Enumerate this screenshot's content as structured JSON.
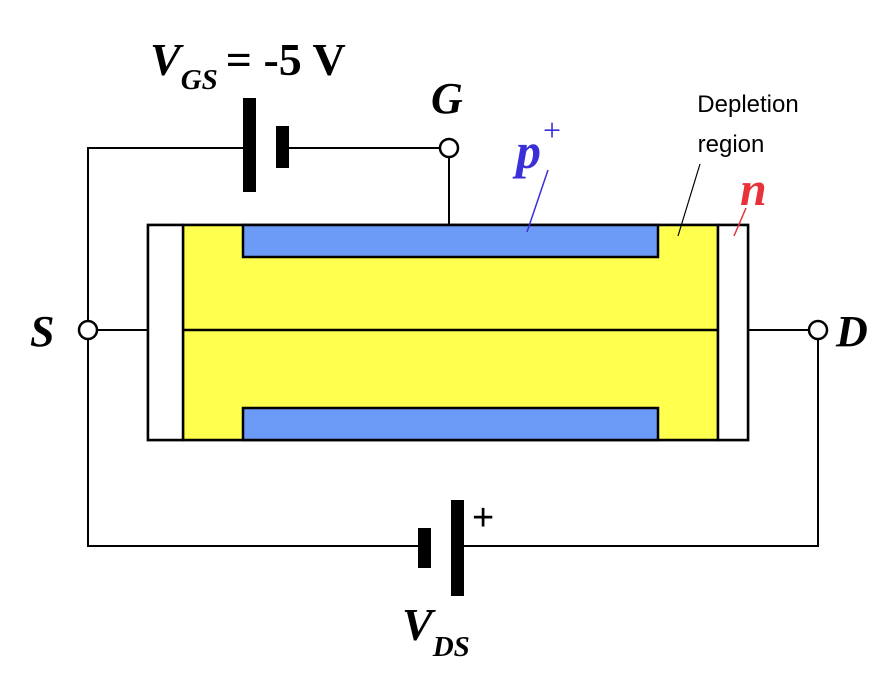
{
  "labels": {
    "vgs_symbol": "V",
    "vgs_subscript": "GS",
    "vgs_value": "= -5 V",
    "vds_symbol": "V",
    "vds_subscript": "DS",
    "gate": "G",
    "source": "S",
    "drain": "D",
    "p_region": "p",
    "p_superscript": "+",
    "n_region": "n",
    "depletion_line1": "Depletion",
    "depletion_line2": "region",
    "battery_plus": "+"
  },
  "colors": {
    "channel_fill": "#ffff4d",
    "gate_fill": "#6b9bf7",
    "p_label": "#3b2fd8",
    "n_label": "#e8323a",
    "wire": "#000000",
    "contact_fill": "#ffffff"
  }
}
